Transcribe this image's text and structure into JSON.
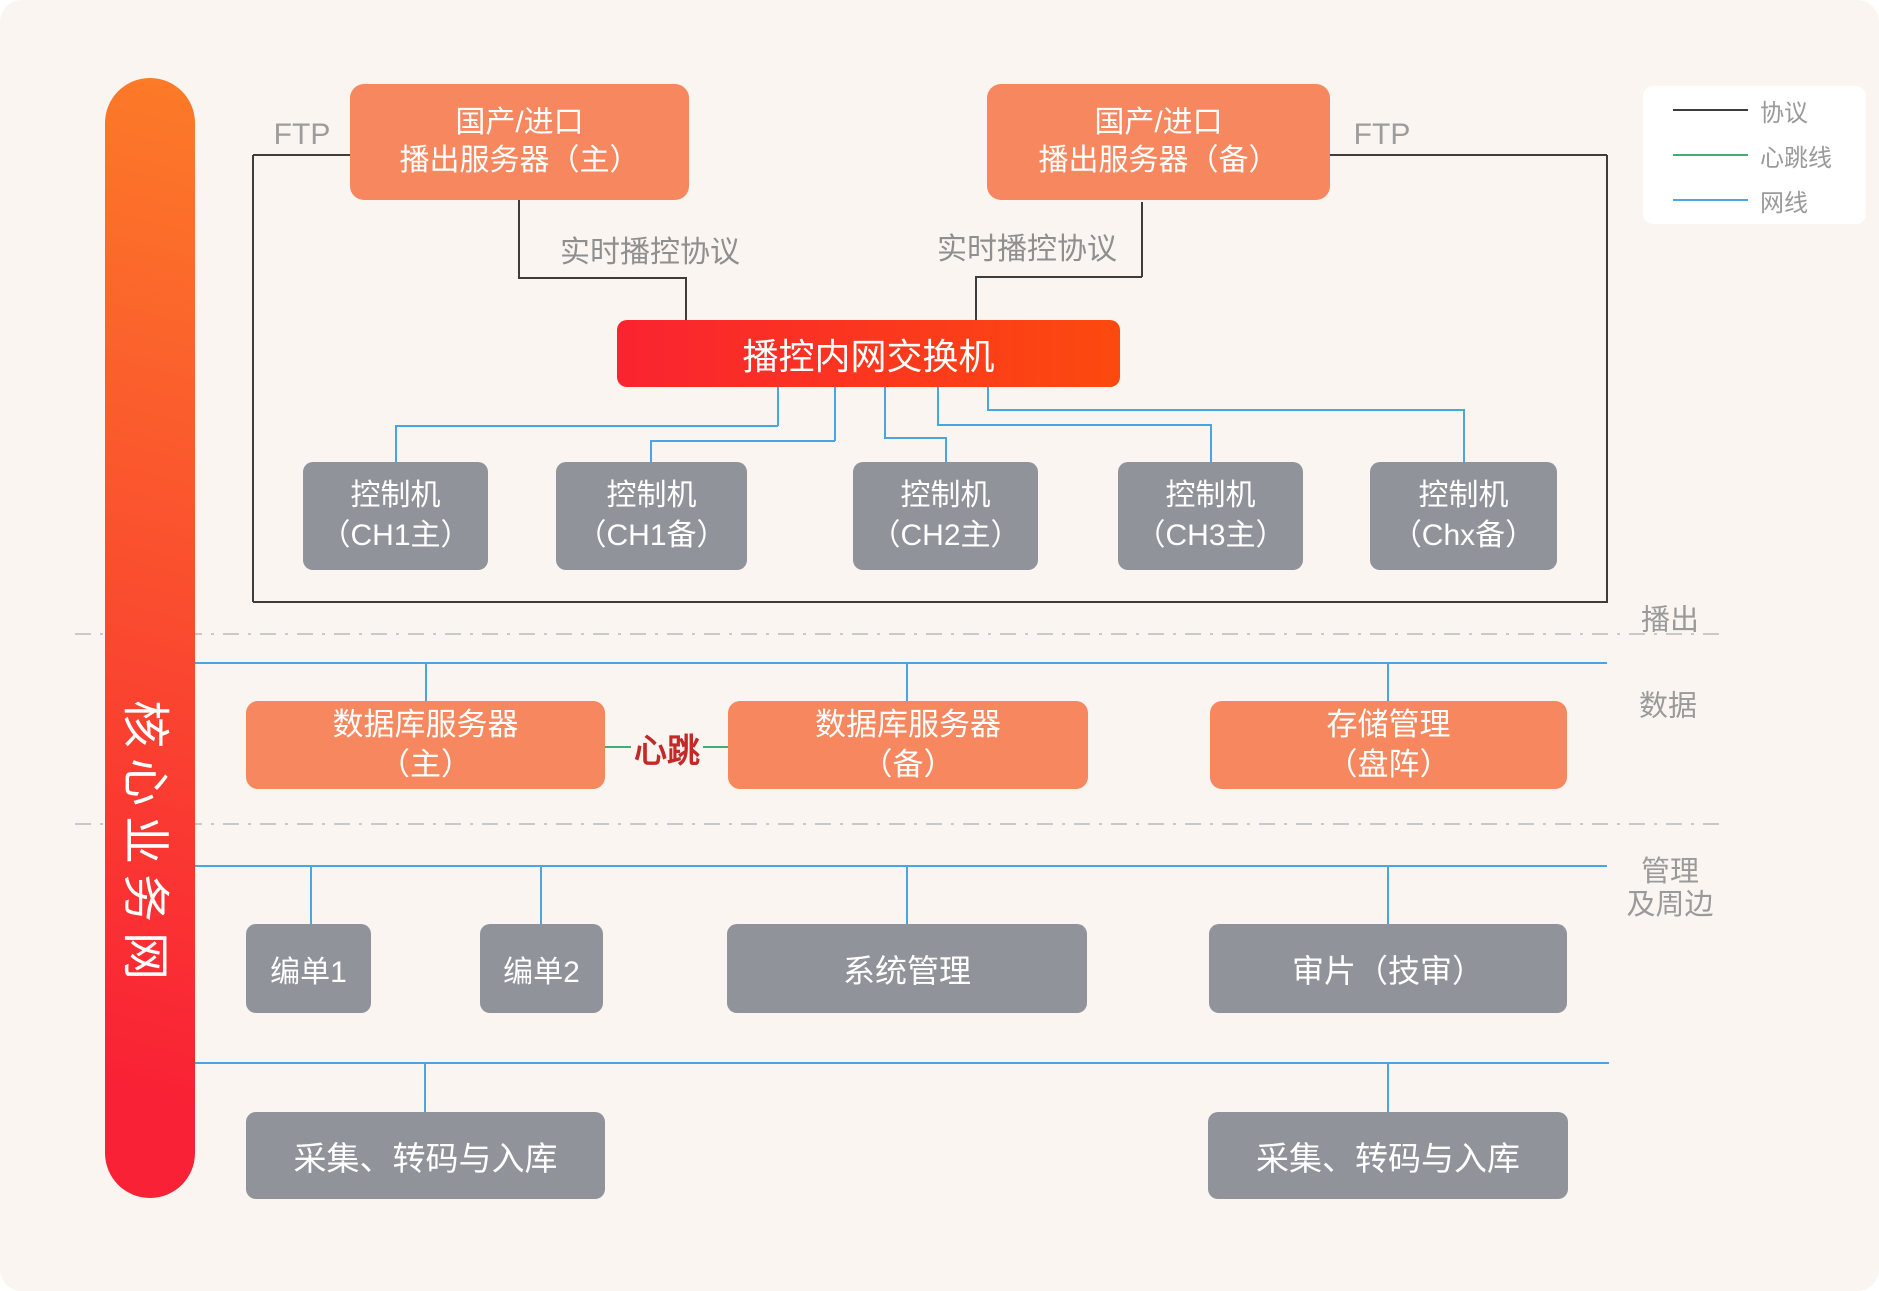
{
  "colors": {
    "background": "#faf5f0",
    "core_bar_gradient": [
      "#fc7b28",
      "#f92135"
    ],
    "orange_box": "#f6875f",
    "switch_gradient": [
      "#fa2330",
      "#fc4a0e"
    ],
    "gray_box": "#909399",
    "protocol_line": "#3d3d3d",
    "heartbeat_line": "#44ab72",
    "network_line": "#4aa6e2",
    "section_label": "#9a9a9a",
    "heartbeat_text": "#c62828"
  },
  "core_bar": {
    "label": "核心业务网"
  },
  "top_servers": {
    "main": "国产/进口\n播出服务器（主）",
    "backup": "国产/进口\n播出服务器（备）"
  },
  "ftp": {
    "left": "FTP",
    "right": "FTP"
  },
  "protocol_labels": {
    "left": "实时播控协议",
    "right": "实时播控协议"
  },
  "switch": {
    "label": "播控内网交换机"
  },
  "controllers": [
    {
      "label": "控制机\n（CH1主）"
    },
    {
      "label": "控制机\n（CH1备）"
    },
    {
      "label": "控制机\n（CH2主）"
    },
    {
      "label": "控制机\n（CH3主）"
    },
    {
      "label": "控制机\n（Chx备）"
    }
  ],
  "sections": {
    "broadcast": "播出",
    "data": "数据",
    "management": "管理\n及周边"
  },
  "data_tier": {
    "db_main": "数据库服务器\n（主）",
    "db_backup": "数据库服务器\n（备）",
    "storage": "存储管理\n（盘阵）",
    "heartbeat": "心跳"
  },
  "management_tier": {
    "edit1": "编单1",
    "edit2": "编单2",
    "system": "系统管理",
    "review": "审片（技审）"
  },
  "ingest_tier": {
    "left": "采集、转码与入库",
    "right": "采集、转码与入库"
  },
  "legend": {
    "items": [
      {
        "label": "协议"
      },
      {
        "label": "心跳线"
      },
      {
        "label": "网线"
      }
    ]
  }
}
